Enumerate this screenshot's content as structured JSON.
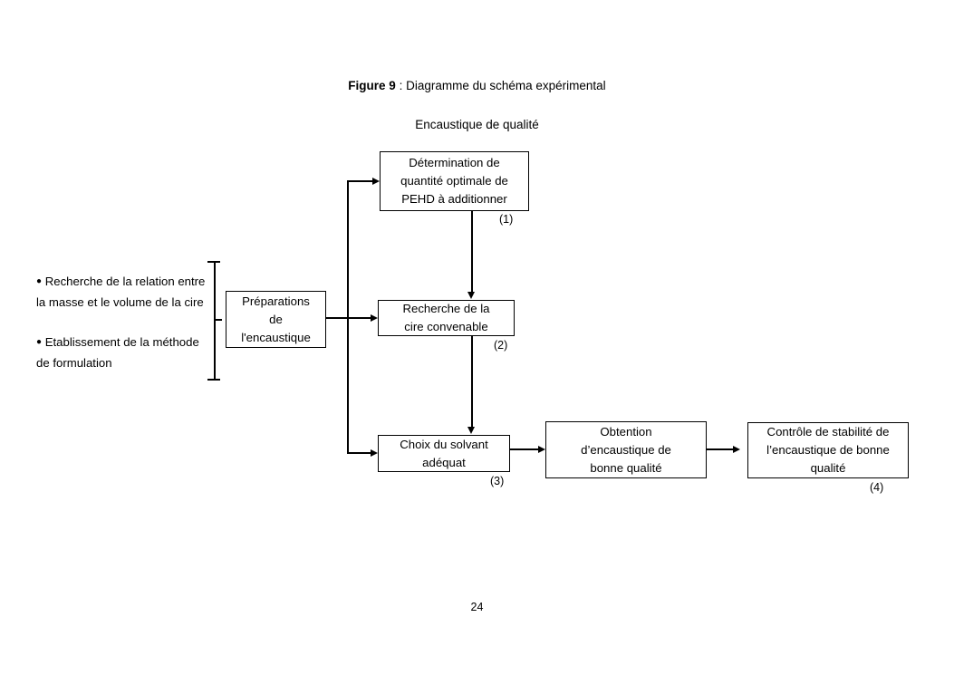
{
  "figure": {
    "label": "Figure 9",
    "separator": " : ",
    "caption": "Diagramme du schéma expérimental",
    "subtitle": "Encaustique de qualité"
  },
  "left_notes": {
    "bullet_glyph": "●",
    "items": [
      "Recherche de la relation entre la masse et le volume de la cire",
      "Etablissement de la méthode de formulation"
    ]
  },
  "boxes": {
    "preparation": {
      "text": "Préparations\nde\nl'encaustique"
    },
    "step1": {
      "text": "Détermination de\nquantité optimale de\nPEHD à additionner",
      "number": "(1)"
    },
    "step2": {
      "text": "Recherche de la\ncire convenable",
      "number": "(2)"
    },
    "step3": {
      "text": "Choix du solvant\nadéquat",
      "number": "(3)"
    },
    "result": {
      "text": "Obtention\nd’encaustique de\nbonne qualité"
    },
    "step4": {
      "text": "Contrôle de stabilité de\nl’encaustique de bonne\nqualité",
      "number": "(4)"
    }
  },
  "footer": {
    "page_number": "24"
  },
  "colors": {
    "ink": "#000000",
    "background": "#ffffff"
  }
}
